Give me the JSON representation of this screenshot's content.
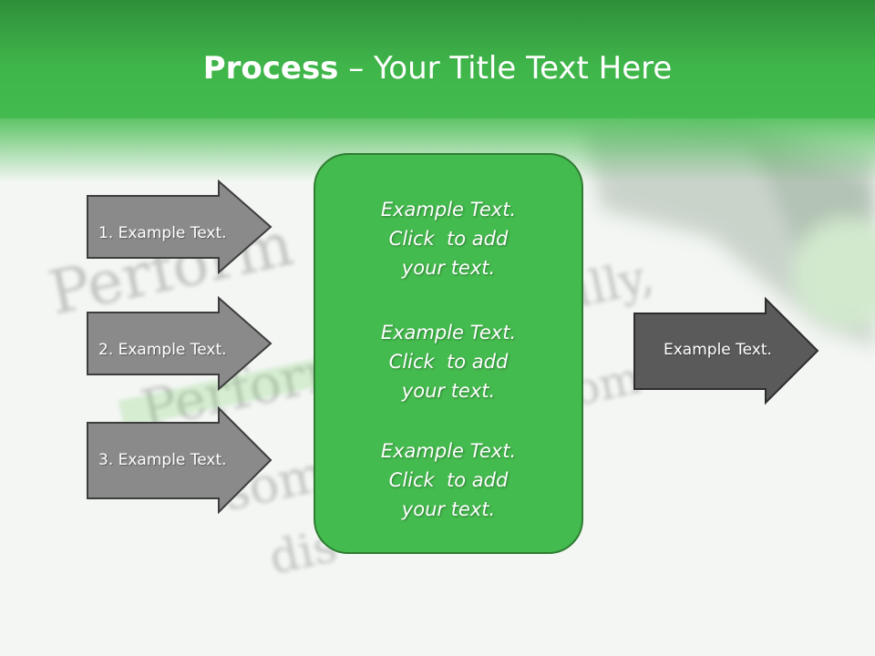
{
  "title": {
    "bold": "Process",
    "rest": " – Your Title Text Here"
  },
  "left_arrows": [
    {
      "label": "1. Example Text."
    },
    {
      "label": "2. Example Text."
    },
    {
      "label": "3. Example Text."
    }
  ],
  "center_blocks": [
    {
      "line1": "Example Text.",
      "line2": "Click  to add",
      "line3": "your text."
    },
    {
      "line1": "Example Text.",
      "line2": "Click  to add",
      "line3": "your text."
    },
    {
      "line1": "Example Text.",
      "line2": "Click  to add",
      "line3": "your text."
    }
  ],
  "right_arrow": {
    "label": "Example Text."
  },
  "colors": {
    "green": "#44bb4e",
    "dark_green": "#2f8f3a",
    "arrow_gray": "#8a8a8a",
    "arrow_dark": "#5a5a5a"
  }
}
